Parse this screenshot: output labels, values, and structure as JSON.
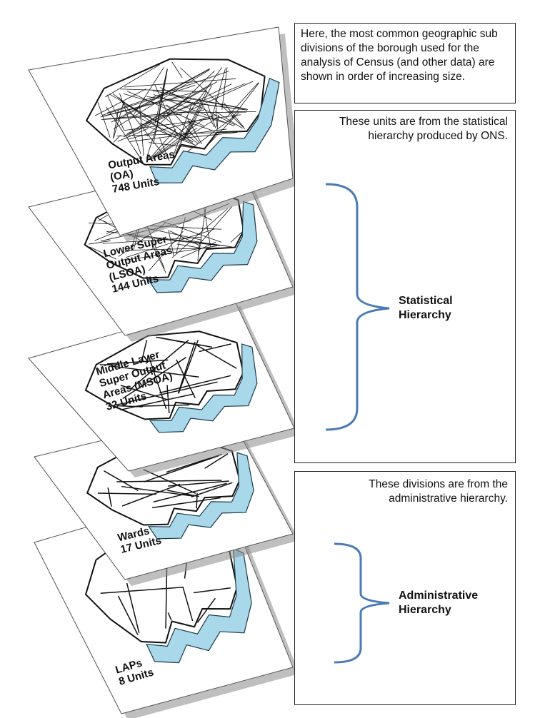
{
  "layers": [
    {
      "id": "laps",
      "lines": [
        "LAPs",
        "8 Units"
      ]
    },
    {
      "id": "wards",
      "lines": [
        "Wards",
        "17 Units"
      ]
    },
    {
      "id": "msoa",
      "lines": [
        "Middle Layer",
        "Super Output",
        "Areas (MSOA)",
        "32 Units"
      ]
    },
    {
      "id": "lsoa",
      "lines": [
        "Lower Super",
        "Output Areas",
        "(LSOA)",
        "144 Units"
      ]
    },
    {
      "id": "oa",
      "lines": [
        "Output Areas",
        "(OA)",
        "748 Units"
      ]
    }
  ],
  "intro_text": "Here, the most common geographic sub divisions of the borough used for the analysis of Census (and other data) are shown in order of increasing size.",
  "statistical": {
    "note": "These units are from the statistical hierarchy produced by ONS.",
    "label_line1": "Statistical",
    "label_line2": "Hierarchy"
  },
  "administrative": {
    "note": "These divisions are from the administrative hierarchy.",
    "label_line1": "Administrative",
    "label_line2": "Hierarchy"
  },
  "colors": {
    "river": "#a9d8ea",
    "river_edge": "#1a3a4a",
    "brace": "#4a7bb7",
    "shadow": "#8a8a8a"
  }
}
